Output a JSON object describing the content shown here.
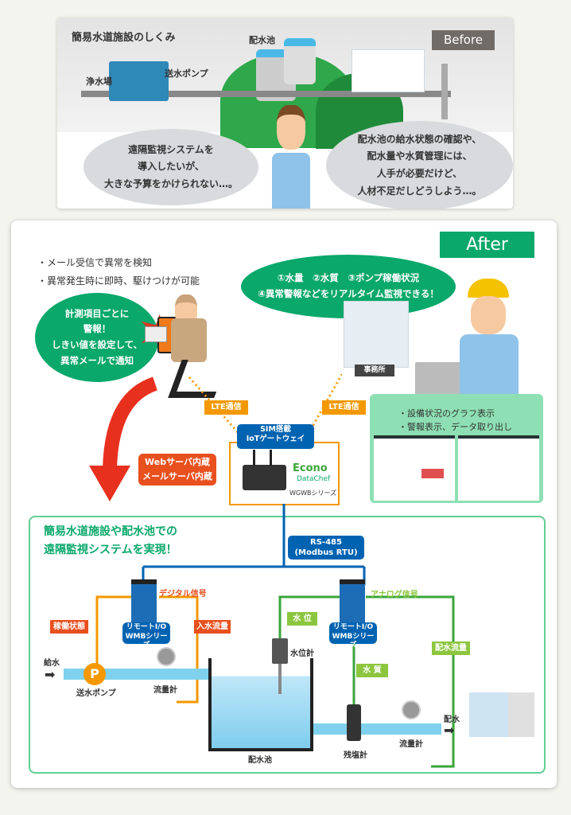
{
  "before": {
    "title": "簡易水道施設のしくみ",
    "badge": "Before",
    "labels": {
      "plant": "浄水場",
      "pump": "送水ポンプ",
      "reservoir": "配水池"
    },
    "bubble_left": [
      "遠隔監視システムを",
      "導入したいが、",
      "大きな予算をかけられない…。"
    ],
    "bubble_right": [
      "配水池の給水状態の確認や、",
      "配水量や水質管理には、",
      "人手が必要だけど、",
      "人材不足だしどうしよう…。"
    ]
  },
  "after": {
    "badge": "After",
    "bullets": [
      "・メール受信で異常を検知",
      "・異常発生時に即時、駆けつけが可能"
    ],
    "bubble_alert": [
      "計測項目ごとに",
      "警報！",
      "しきい値を設定して、",
      "異常メールで通知"
    ],
    "bubble_monitor": [
      "①水量　②水質　③ポンプ稼働状況",
      "④異常警報などをリアルタイム監視できる！"
    ],
    "office": "事務所",
    "lte_left": "LTE通信",
    "lte_right": "LTE通信",
    "gateway": {
      "title": [
        "SIM搭載",
        "IoTゲートウェイ"
      ],
      "brand": [
        "Econo",
        "DataChef"
      ],
      "series": "WGWBシリーズ"
    },
    "server": [
      "Webサーバ内蔵",
      "メールサーバ内蔵"
    ],
    "dashboard": [
      "・設備状況のグラフ表示",
      "・警報表示、データ取り出し"
    ]
  },
  "system": {
    "title": [
      "簡易水道施設や配水池での",
      "遠隔監視システムを実現！"
    ],
    "rs485": [
      "RS-485",
      "(Modbus RTU)"
    ],
    "remote_io": [
      "リモートI/O",
      "WMBシリーズ"
    ],
    "digital": "デジタル信号",
    "analog": "アナログ信号",
    "status": "稼働状態",
    "inflow": "入水流量",
    "level": "水 位",
    "quality": "水 質",
    "outflow": "配水流量",
    "supply": "給水",
    "pump": "送水ポンプ",
    "pump_letter": "P",
    "flowmeter": "流量計",
    "level_meter": "水位計",
    "reservoir": "配水池",
    "chlorine": "残塩計",
    "distribution": "配水"
  },
  "colors": {
    "green": "#0aa86a",
    "orange": "#f39800",
    "red": "#e8501e",
    "blue": "#0063b1",
    "lime": "#8cc63f"
  }
}
